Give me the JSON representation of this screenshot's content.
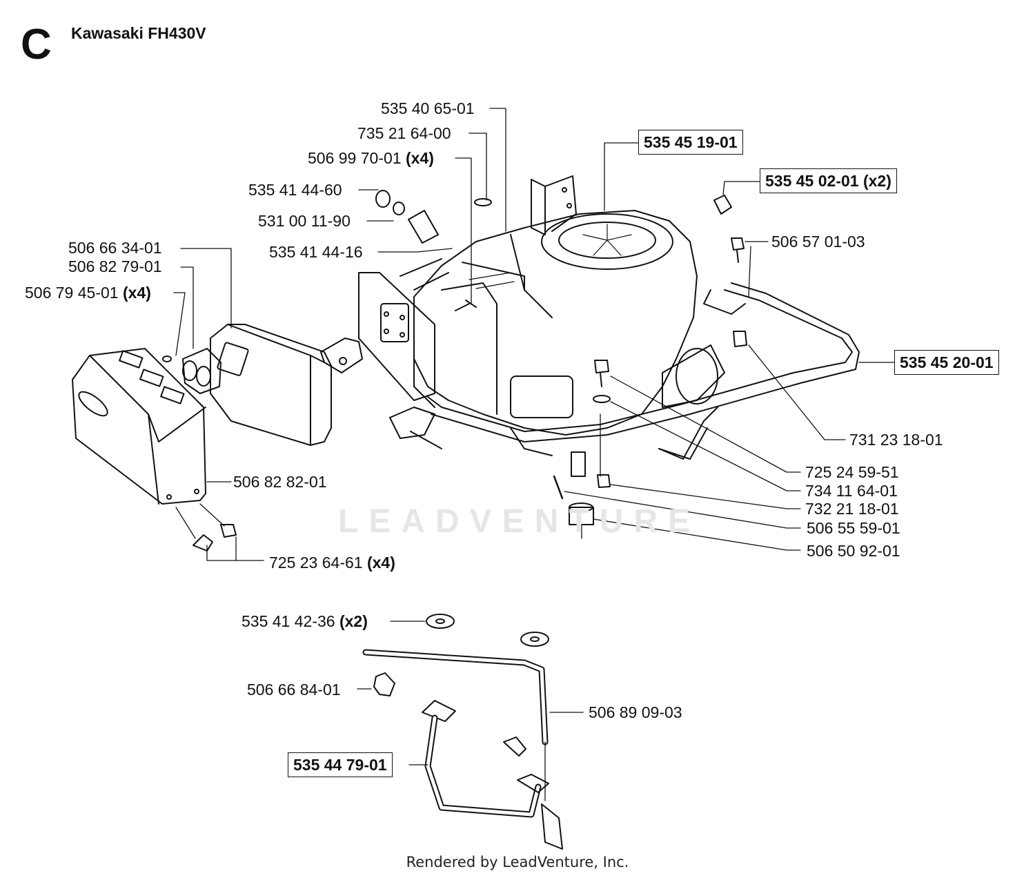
{
  "header": {
    "section_letter": "C",
    "title": "Kawasaki FH430V"
  },
  "watermark": "LEADVENTURE",
  "footer": {
    "credit": "Rendered by LeadVenture, Inc."
  },
  "parts": {
    "p1": {
      "number": "535 40 65-01",
      "qty": ""
    },
    "p2": {
      "number": "735 21 64-00",
      "qty": ""
    },
    "p3": {
      "number": "506 99 70-01",
      "qty": "(x4)"
    },
    "p4": {
      "number": "535 41 44-60",
      "qty": ""
    },
    "p5": {
      "number": "531 00 11-90",
      "qty": ""
    },
    "p6": {
      "number": "535 41 44-16",
      "qty": ""
    },
    "p7": {
      "number": "506 66 34-01",
      "qty": ""
    },
    "p8": {
      "number": "506 82 79-01",
      "qty": ""
    },
    "p9": {
      "number": "506 79 45-01",
      "qty": "(x4)"
    },
    "p10": {
      "number": "535 45 19-01",
      "qty": ""
    },
    "p11": {
      "number": "535 45 02-01 (x2)",
      "qty": ""
    },
    "p12": {
      "number": "506 57 01-03",
      "qty": ""
    },
    "p13": {
      "number": "535 45 20-01",
      "qty": ""
    },
    "p14": {
      "number": "731 23 18-01",
      "qty": ""
    },
    "p15": {
      "number": "725 24 59-51",
      "qty": ""
    },
    "p16": {
      "number": "734 11 64-01",
      "qty": ""
    },
    "p17": {
      "number": "732 21 18-01",
      "qty": ""
    },
    "p18": {
      "number": "506 55 59-01",
      "qty": ""
    },
    "p19": {
      "number": "506 50 92-01",
      "qty": ""
    },
    "p20": {
      "number": "506 82 82-01",
      "qty": ""
    },
    "p21": {
      "number": "725 23 64-61",
      "qty": "(x4)"
    },
    "p22": {
      "number": "535 41 42-36",
      "qty": "(x2)"
    },
    "p23": {
      "number": "506 66 84-01",
      "qty": ""
    },
    "p24": {
      "number": "506 89 09-03",
      "qty": ""
    },
    "p25": {
      "number": "535 44 79-01",
      "qty": ""
    }
  }
}
